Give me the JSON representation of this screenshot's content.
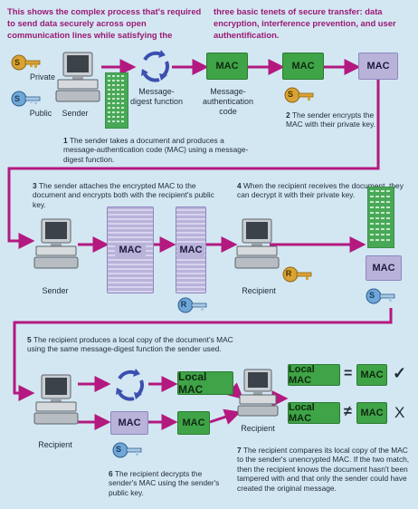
{
  "header": {
    "left": "This shows the complex process that's required to send data securely across open communication lines while satisfying the",
    "right": "three basic tenets of secure transfer: data encryption, interference prevention, and user authentification."
  },
  "row1": {
    "key_private": "Private",
    "key_public": "Public",
    "sender": "Sender",
    "digest_label": "Message-digest function",
    "mac_code_label": "Message-authentication code",
    "mac": "MAC",
    "key_letter_s": "S",
    "step1_num": "1",
    "step1": "The sender takes a document and produces a message-authentication code (MAC) using a message-digest function.",
    "step2_num": "2",
    "step2": "The sender encrypts the MAC with their private key."
  },
  "row2": {
    "step3_num": "3",
    "step3": "The sender attaches the encrypted MAC to the document and encrypts both with the recipient's public key.",
    "step4_num": "4",
    "step4": "When the recipient receives the document, they can decrypt it with their private key.",
    "sender": "Sender",
    "recipient": "Recipient",
    "mac": "MAC",
    "key_letter_r": "R",
    "key_letter_s": "S"
  },
  "row3": {
    "step5_num": "5",
    "step5": "The recipient produces a local copy of the document's MAC using the same message-digest function the sender used.",
    "recipient_left": "Recipient",
    "recipient_mid": "Recipient",
    "local_mac": "Local MAC",
    "mac": "MAC",
    "equals": "=",
    "not_equals": "≠",
    "check": "✓",
    "cross": "X",
    "key_letter_s": "S",
    "step6_num": "6",
    "step6": "The recipient decrypts the sender's MAC using the sender's public key.",
    "step7_num": "7",
    "step7": "The recipient compares its local copy of the MAC to the sender's unencrypted MAC. If the two match, then the recipient knows the document hasn't been tampered with and that only the sender could have created the original message."
  },
  "colors": {
    "background": "#d3e7f3",
    "header_text": "#9a1a72",
    "arrow": "#b3197e",
    "mac_green": "#3fa447",
    "mac_lavender": "#b9b3da",
    "key_gold": "#d9a334",
    "key_blue": "#6fa7d8"
  }
}
